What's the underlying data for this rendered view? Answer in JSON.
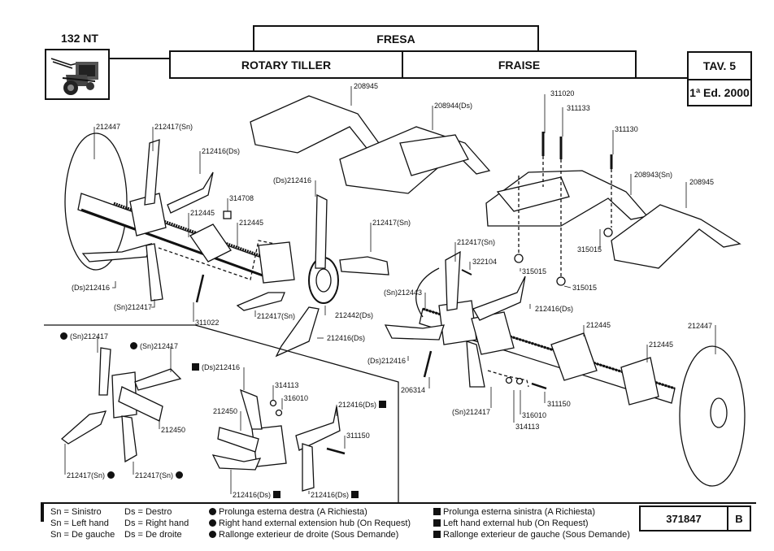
{
  "header": {
    "model": "132 NT",
    "title_it": "FRESA",
    "title_en": "ROTARY TILLER",
    "title_fr": "FRAISE",
    "table": "TAV. 5",
    "edition": "1ª Ed. 2000"
  },
  "thumbnail": {
    "icon": "rotary-tiller-machine-icon"
  },
  "parts": {
    "p1": "212447",
    "p2": "212417(Sn)",
    "p3": "212416(Ds)",
    "p4": "314708",
    "p5": "212445",
    "p6": "212445",
    "p7": "(Ds)212416",
    "p8": "212417(Sn)",
    "p9": "(Ds)212416",
    "p10": "(Sn)212417",
    "p11": "311022",
    "p12": "212417(Sn)",
    "p13": "212442(Ds)",
    "p14": "212416(Ds)",
    "p15": "208945",
    "p16": "208944(Ds)",
    "p17": "311020",
    "p18": "311133",
    "p19": "311130",
    "p20": "208943(Sn)",
    "p21": "208945",
    "p22": "315015",
    "p23": "315015",
    "p24": "315015",
    "p25": "212417(Sn)",
    "p26": "322104",
    "p27": "(Sn)212443",
    "p28": "212416(Ds)",
    "p29": "(Ds)212416",
    "p30": "206314",
    "p31": "(Sn)212417",
    "p32": "314113",
    "p33": "316010",
    "p34": "311150",
    "p35": "212445",
    "p36": "212445",
    "p37": "212447"
  },
  "inset_left": {
    "a": "(Sn)212417",
    "b": "(Sn)212417",
    "c": "212450",
    "d": "212417(Sn)",
    "e": "212417(Sn)"
  },
  "inset_right": {
    "a": "(Ds)212416",
    "b": "314113",
    "c": "316010",
    "d": "212450",
    "e": "212416(Ds)",
    "f": "311150",
    "g": "212416(Ds)",
    "h": "212416(Ds)"
  },
  "legend": {
    "sn_it": "Sn = Sinistro",
    "ds_it": "Ds = Destro",
    "sn_en": "Sn = Left hand",
    "ds_en": "Ds = Right hand",
    "sn_fr": "Sn = De gauche",
    "ds_fr": "Ds = De droite",
    "dot_it": "Prolunga esterna destra (A Richiesta)",
    "dot_en": "Right hand external extension hub (On Request)",
    "dot_fr": "Rallonge exterieur de droite (Sous Demande)",
    "sq_it": "Prolunga esterna sinistra (A Richiesta)",
    "sq_en": "Left hand external hub (On Request)",
    "sq_fr": "Rallonge exterieur de gauche (Sous Demande)"
  },
  "footer": {
    "code": "371847",
    "rev": "B"
  }
}
